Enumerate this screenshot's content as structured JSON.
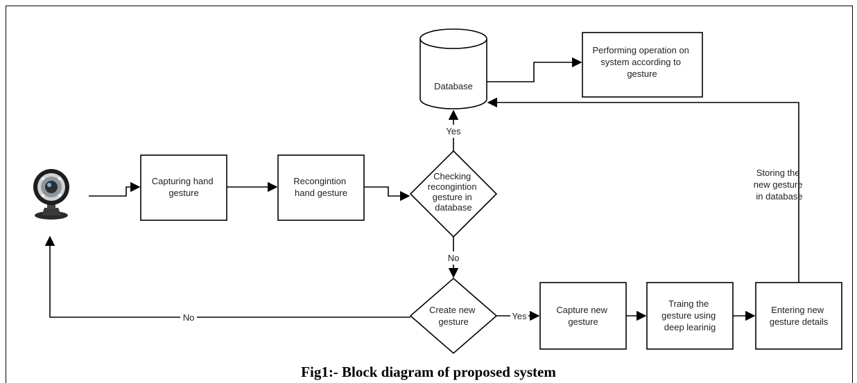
{
  "nodes": {
    "capture_hand": [
      "Capturing hand",
      "gesture"
    ],
    "recognition": [
      "Recongintion",
      "hand gesture"
    ],
    "checking": [
      "Checking",
      "recongintion",
      "gesture in",
      "database"
    ],
    "database": [
      "Database"
    ],
    "performing": [
      "Performing operation on",
      "system according to",
      "gesture"
    ],
    "create_new": [
      "Create new",
      "gesture"
    ],
    "capture_new": [
      "Capture new",
      "gesture"
    ],
    "training": [
      "Traing the",
      "gesture using",
      "deep learinig"
    ],
    "entering": [
      "Entering new",
      "gesture details"
    ],
    "storing": [
      "Storing the",
      "new gesture",
      "in database"
    ]
  },
  "edge_labels": {
    "yes_db": "Yes",
    "no_create": "No",
    "yes_capture": "Yes",
    "no_webcam": "No"
  },
  "caption": "Fig1:- Block diagram of proposed system",
  "webcam_icon": "webcam-icon"
}
